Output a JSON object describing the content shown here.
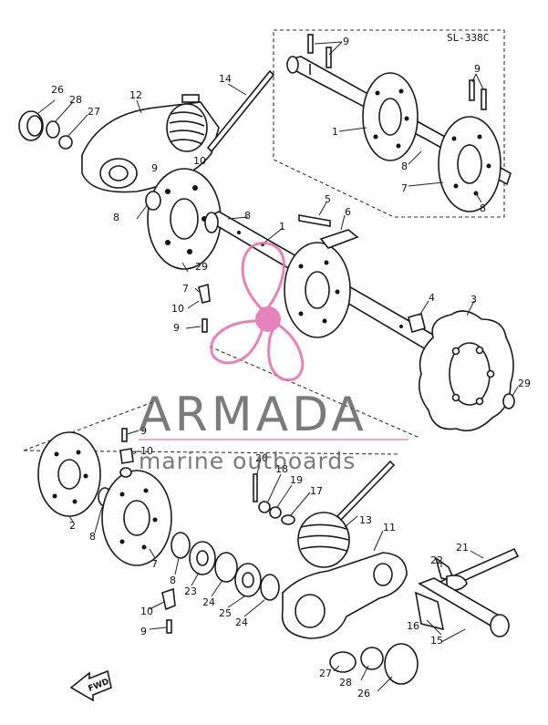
{
  "sheet_code": "SL-338C",
  "watermark": {
    "brand": "ARMADA",
    "tagline": "marine outboards",
    "accent_color": "#e06fb0",
    "text_color": "#5d5d5d"
  },
  "direction_marker": "FWD",
  "callouts": {
    "c1a": "1",
    "c1b": "1",
    "c2": "2",
    "c3": "3",
    "c4": "4",
    "c5": "5",
    "c6": "6",
    "c7a": "7",
    "c7b": "7",
    "c7c": "7",
    "c8a": "8",
    "c8b": "8",
    "c8c": "8",
    "c8d": "8",
    "c8e": "8",
    "c8f": "8",
    "c9a": "9",
    "c9b": "9",
    "c9c": "9",
    "c9d": "9",
    "c9e": "9",
    "c9f": "9",
    "c10a": "10",
    "c10b": "10",
    "c10c": "10",
    "c10d": "10",
    "c11": "11",
    "c12": "12",
    "c13": "13",
    "c14": "14",
    "c15": "15",
    "c16": "16",
    "c17": "17",
    "c18": "18",
    "c19": "19",
    "c20": "20",
    "c21": "21",
    "c22": "22",
    "c23": "23",
    "c24a": "24",
    "c24b": "24",
    "c25": "25",
    "c26a": "26",
    "c26b": "26",
    "c27a": "27",
    "c27b": "27",
    "c28a": "28",
    "c28b": "28",
    "c29a": "29",
    "c29b": "29"
  }
}
